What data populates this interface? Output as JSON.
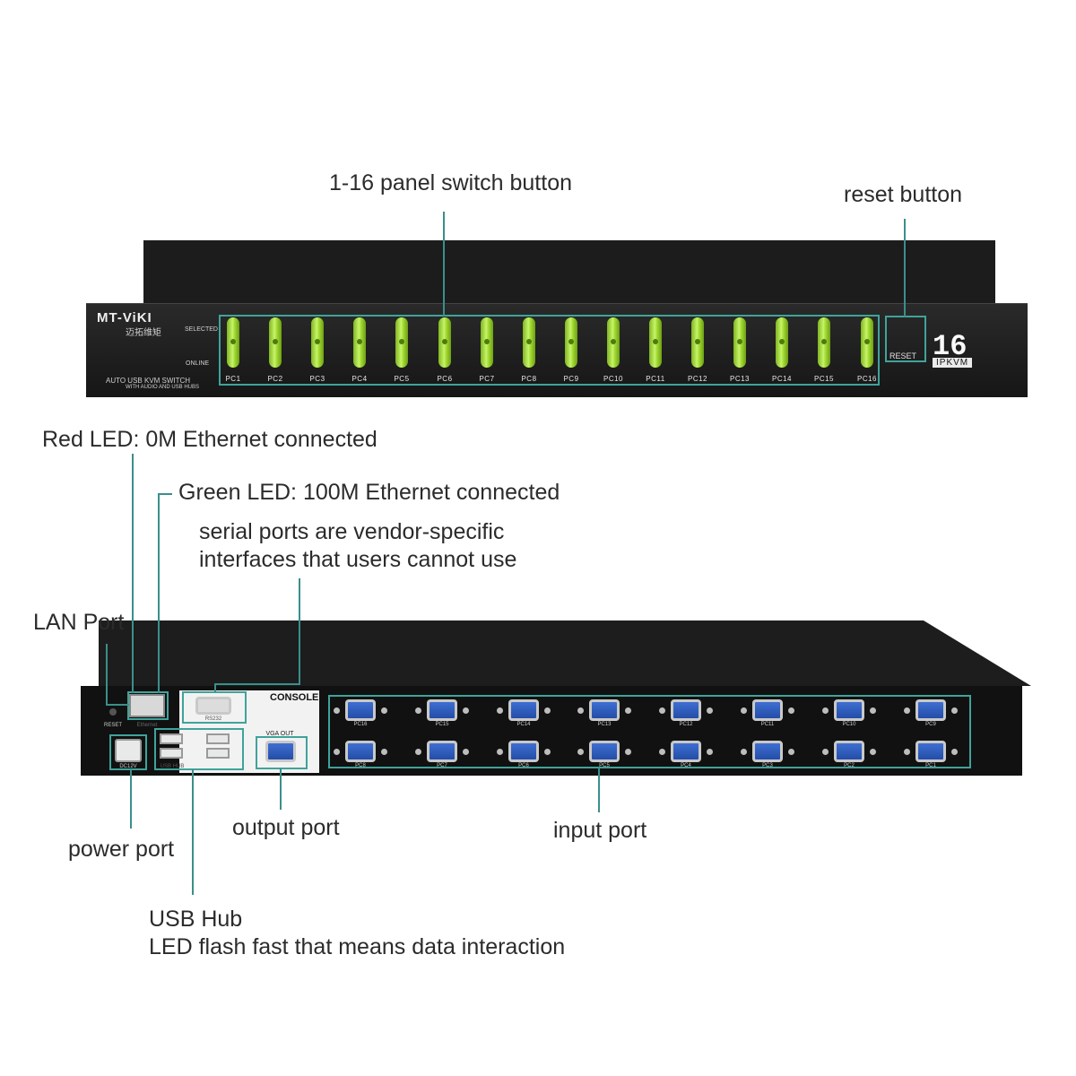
{
  "annotations": {
    "panel_switch": "1-16 panel switch button",
    "reset_button": "reset button",
    "red_led": "Red LED: 0M Ethernet connected",
    "green_led": "Green LED: 100M Ethernet connected",
    "serial_line1": "serial ports are vendor-specific",
    "serial_line2": "interfaces that users cannot use",
    "lan_port": "LAN Port",
    "output_port": "output port",
    "input_port": "input port",
    "power_port": "power port",
    "usb_hub_line1": "USB Hub",
    "usb_hub_line2": "LED flash fast that means data interaction"
  },
  "front_panel": {
    "brand": "MT-ViKI",
    "brand_cn": "迈拓维矩",
    "selected": "SELECTED",
    "online": "ONLINE",
    "model_line1": "AUTO USB KVM SWITCH",
    "model_line2": "WITH AUDIO AND USB HUBS",
    "reset": "RESET",
    "port_count": "16",
    "ipkvm": "IPKVM",
    "pc_labels": [
      "PC1",
      "PC2",
      "PC3",
      "PC4",
      "PC5",
      "PC6",
      "PC7",
      "PC8",
      "PC9",
      "PC10",
      "PC11",
      "PC12",
      "PC13",
      "PC14",
      "PC15",
      "PC16"
    ]
  },
  "back_panel": {
    "console": "CONSOLE",
    "vga_out": "VGA OUT",
    "reset": "RESET",
    "ethernet": "Ethernet",
    "rs232": "RS232",
    "dc": "DC12V",
    "usb_hub": "USB HUB",
    "top_row": [
      "PC16",
      "PC15",
      "PC14",
      "PC13",
      "PC12",
      "PC11",
      "PC10",
      "PC9"
    ],
    "bottom_row": [
      "PC8",
      "PC7",
      "PC6",
      "PC5",
      "PC4",
      "PC3",
      "PC2",
      "PC1"
    ]
  },
  "colors": {
    "accent": "#3fa39b",
    "button_green": "#b6ec4f",
    "vga_blue": "#2f5fc4"
  }
}
